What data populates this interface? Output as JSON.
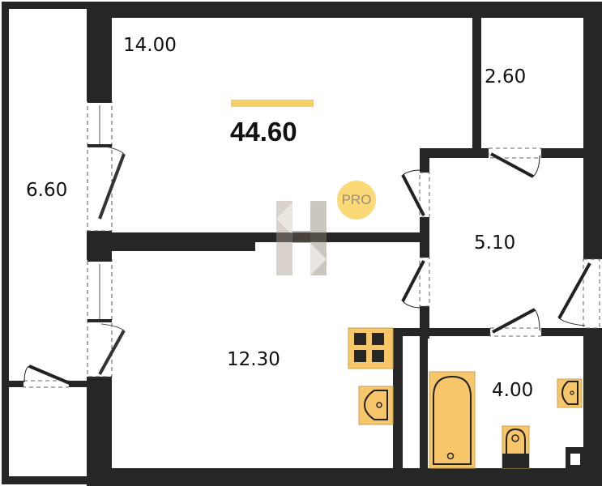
{
  "total_area": "44.60",
  "rooms": {
    "living": "14.00",
    "storage": "2.60",
    "balcony": "6.60",
    "hall": "5.10",
    "kitchen": "12.30",
    "bathroom": "4.00"
  },
  "badge": "PRO",
  "colors": {
    "wall": "#262626",
    "accent": "#f6cd64",
    "fixture": "#f7c66b",
    "badge": "#fcd977"
  }
}
